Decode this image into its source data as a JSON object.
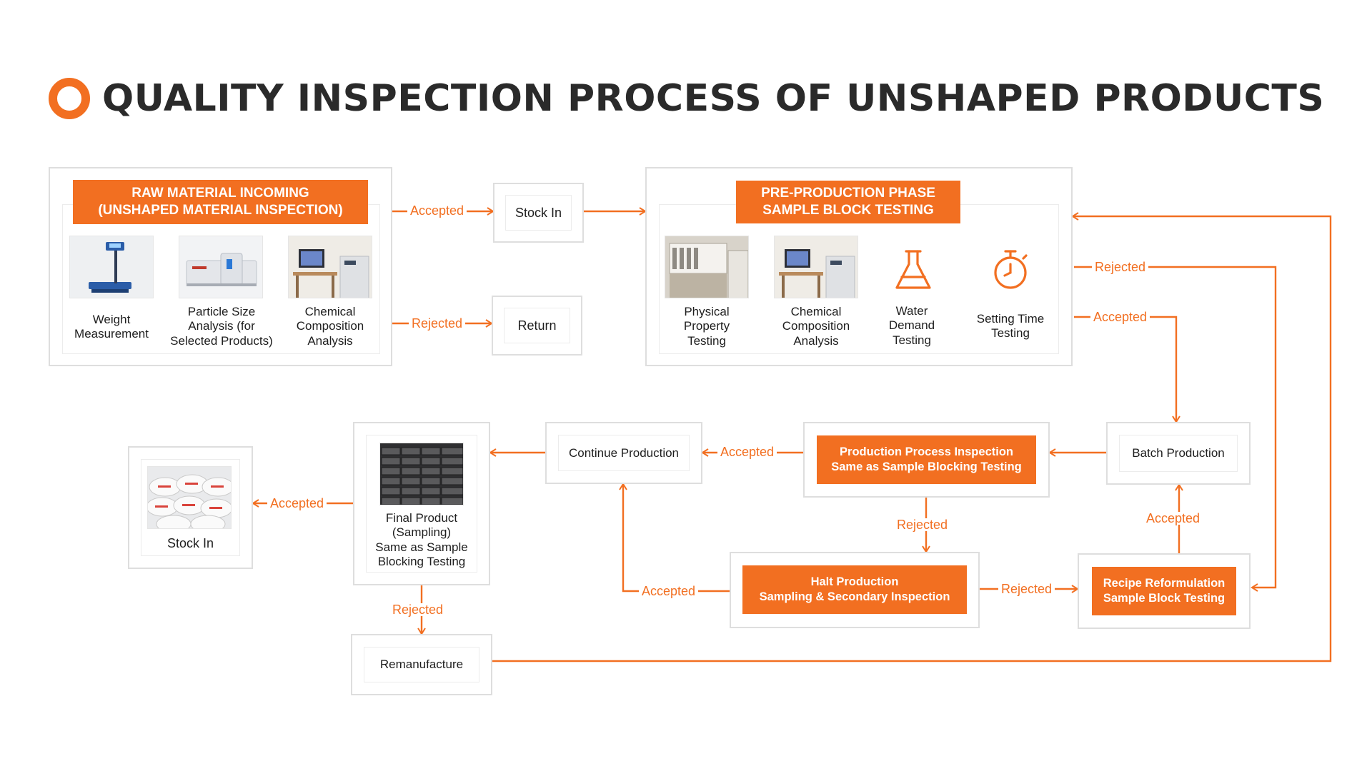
{
  "title": "QUALITY INSPECTION PROCESS OF UNSHAPED PRODUCTS",
  "colors": {
    "accent": "#f26f21",
    "border": "#dedede",
    "text": "#1e1e1e"
  },
  "raw_material": {
    "banner": [
      "RAW MATERIAL INCOMING",
      "(UNSHAPED MATERIAL INSPECTION)"
    ],
    "items": [
      {
        "label": [
          "Weight",
          "Measurement"
        ],
        "icon": "platform-scale-photo"
      },
      {
        "label": [
          "Particle Size",
          "Analysis (for",
          "Selected Products)"
        ],
        "icon": "particle-analyzer-photo"
      },
      {
        "label": [
          "Chemical",
          "Composition",
          "Analysis"
        ],
        "icon": "lab-computer-photo"
      }
    ]
  },
  "stock_in_top": "Stock In",
  "return": "Return",
  "pre_production": {
    "banner": [
      "PRE-PRODUCTION PHASE",
      "SAMPLE BLOCK TESTING"
    ],
    "items": [
      {
        "label": [
          "Physical",
          "Property",
          "Testing"
        ],
        "icon": "testing-machine-photo"
      },
      {
        "label": [
          "Chemical",
          "Composition",
          "Analysis"
        ],
        "icon": "lab-computer-photo"
      },
      {
        "label": [
          "Water",
          "Demand",
          "Testing"
        ],
        "icon": "flask-icon"
      },
      {
        "label": [
          "Setting Time",
          "Testing"
        ],
        "icon": "stopwatch-icon"
      }
    ]
  },
  "batch_production": "Batch Production",
  "production_inspection": [
    "Production Process Inspection",
    "Same as Sample Blocking Testing"
  ],
  "continue_production": "Continue Production",
  "final_product": [
    "Final Product",
    "(Sampling)",
    "Same as Sample",
    "Blocking Testing"
  ],
  "stock_in_final": "Stock In",
  "remanufacture": "Remanufacture",
  "halt_production": [
    "Halt Production",
    "Sampling & Secondary Inspection"
  ],
  "recipe_reformulation": [
    "Recipe Reformulation",
    "Sample Block Testing"
  ],
  "connectors": {
    "accepted": "Accepted",
    "rejected": "Rejected"
  }
}
